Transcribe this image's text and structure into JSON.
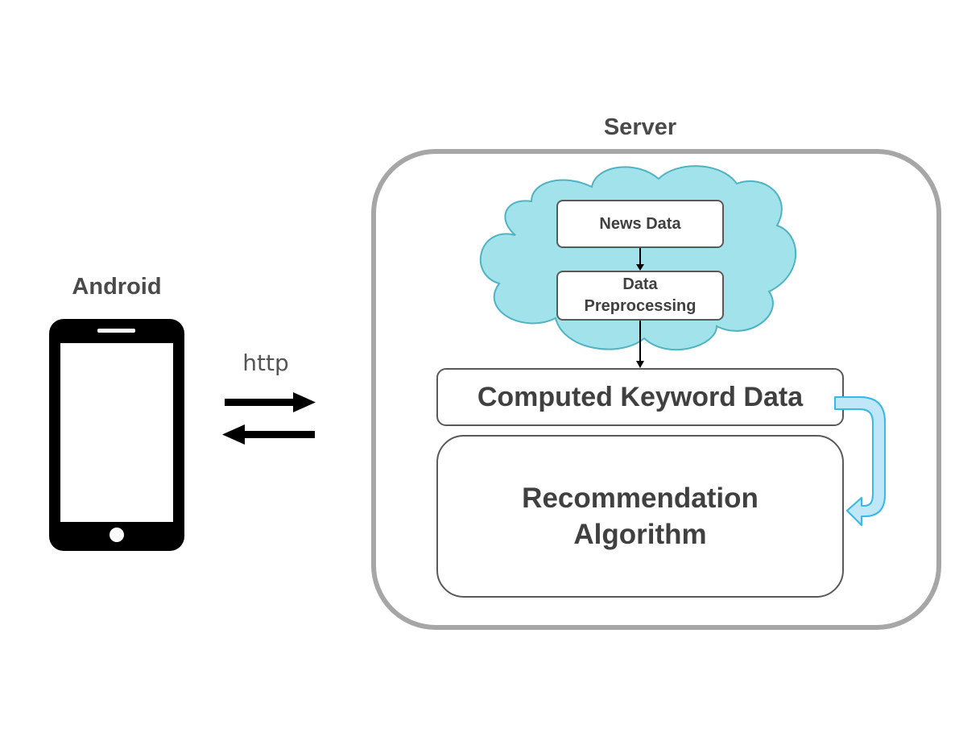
{
  "server": {
    "title": "Server"
  },
  "client": {
    "title": "Android"
  },
  "connection": {
    "label": "http"
  },
  "pipeline": {
    "news_data": "News Data",
    "preprocessing": "Data\nPreprocessing",
    "keyword_data": "Computed Keyword Data",
    "algorithm": "Recommendation\nAlgorithm"
  },
  "colors": {
    "cloud_fill": "#a2e3eb",
    "cloud_stroke": "#4fb3c3",
    "feed_arrow": "#3cb8e6",
    "server_border": "#a6a6a6",
    "phone": "#000000"
  },
  "icons": {
    "phone": "smartphone-icon",
    "cloud": "cloud-shape",
    "request": "arrow-right-icon",
    "response": "arrow-left-icon"
  }
}
